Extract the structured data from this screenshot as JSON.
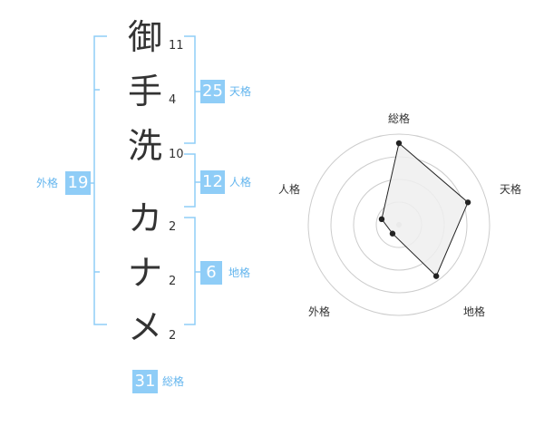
{
  "name": {
    "chars": [
      {
        "char": "御",
        "strokes": "11"
      },
      {
        "char": "手",
        "strokes": "4"
      },
      {
        "char": "洗",
        "strokes": "10"
      },
      {
        "char": "カ",
        "strokes": "2"
      },
      {
        "char": "ナ",
        "strokes": "2"
      },
      {
        "char": "メ",
        "strokes": "2"
      }
    ]
  },
  "kaku": {
    "tenkaku": {
      "label": "天格",
      "value": "25"
    },
    "jinkaku": {
      "label": "人格",
      "value": "12"
    },
    "chikaku": {
      "label": "地格",
      "value": "6"
    },
    "gaikaku": {
      "label": "外格",
      "value": "19"
    },
    "soukaku": {
      "label": "総格",
      "value": "31"
    }
  },
  "colors": {
    "badge": "#8fcdf7",
    "badge_label": "#63b5ee",
    "bracket": "#8fcdf7",
    "radar_fill": "#efefef",
    "radar_line": "#222222",
    "grid": "#cccccc"
  },
  "chart_data": {
    "type": "radar",
    "axes": [
      "総格",
      "天格",
      "地格",
      "外格",
      "人格"
    ],
    "values": [
      4.5,
      4.0,
      3.5,
      0.6,
      1.0
    ],
    "max": 5,
    "rings": 4
  }
}
